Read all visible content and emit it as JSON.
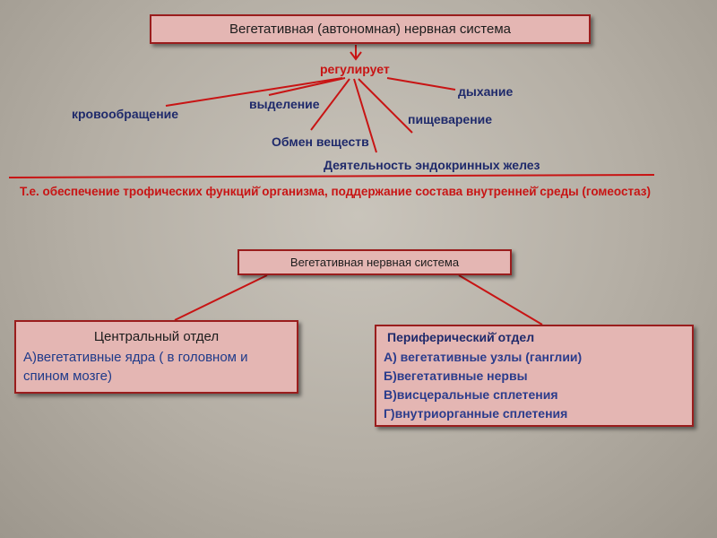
{
  "title": "Вегетативная (автономная) нервная система",
  "regulates": "регулирует",
  "functions": [
    "кровообращение",
    "выделение",
    "Обмен веществ",
    "Деятельность эндокринных желез",
    "пищеварение",
    "дыхание"
  ],
  "summary": "Т.е. обеспечение трофических функций̆ организма, поддержание состава внутренней̆ среды (гомеостаз)",
  "subtitle": "Вегетативная нервная система",
  "central": {
    "heading": "Центральный отдел",
    "lines": [
      "А)вегетативные ядра ( в головном и",
      "спином мозге)"
    ]
  },
  "peripheral": {
    "heading": "Периферический̆ отдел",
    "lines": [
      "А) вегетативные узлы (ганглии)",
      "Б)вегетативные нервы",
      "В)висцеральные сплетения",
      "Г)внутриорганные сплетения"
    ]
  },
  "colors": {
    "box_fill": "#e4b6b3",
    "box_border": "#9a1d1d",
    "line": "#c81414",
    "text_blue": "#1f2a6b"
  }
}
